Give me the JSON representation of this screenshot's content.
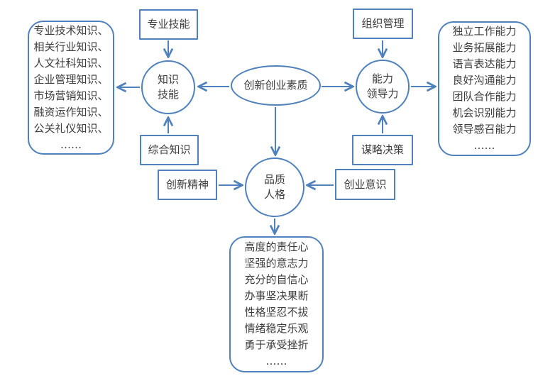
{
  "colors": {
    "accent": "#4f81bd",
    "text": "#3d3d3d",
    "background": "#ffffff"
  },
  "diagram": {
    "center": {
      "label": "创新创业素质"
    },
    "hubs": {
      "knowledge": {
        "label": "知识\n技能"
      },
      "ability": {
        "label": "能力\n领导力"
      },
      "personality": {
        "label": "品质\n人格"
      }
    },
    "factors": {
      "professional_skill": {
        "label": "专业技能"
      },
      "comprehensive_knowledge": {
        "label": "综合知识"
      },
      "innovation_spirit": {
        "label": "创新精神"
      },
      "organization_management": {
        "label": "组织管理"
      },
      "strategy_decision": {
        "label": "谋略决策"
      },
      "entrepreneurial_awareness": {
        "label": "创业意识"
      }
    },
    "lists": {
      "knowledge_items": {
        "items": [
          "专业技术知识、",
          "相关行业知识、",
          "人文社科知识、",
          "企业管理知识、",
          "市场营销知识、",
          "融资运作知识、",
          "公关礼仪知识、",
          "……"
        ]
      },
      "ability_items": {
        "items": [
          "独立工作能力",
          "业务拓展能力",
          "语言表达能力",
          "良好沟通能力",
          "团队合作能力",
          "机会识别能力",
          "领导感召能力",
          "……"
        ]
      },
      "personality_items": {
        "items": [
          "高度的责任心",
          "坚强的意志力",
          "充分的自信心",
          "办事坚决果断",
          "性格坚忍不拔",
          "情绪稳定乐观",
          "勇于承受挫折",
          "……"
        ]
      }
    }
  }
}
